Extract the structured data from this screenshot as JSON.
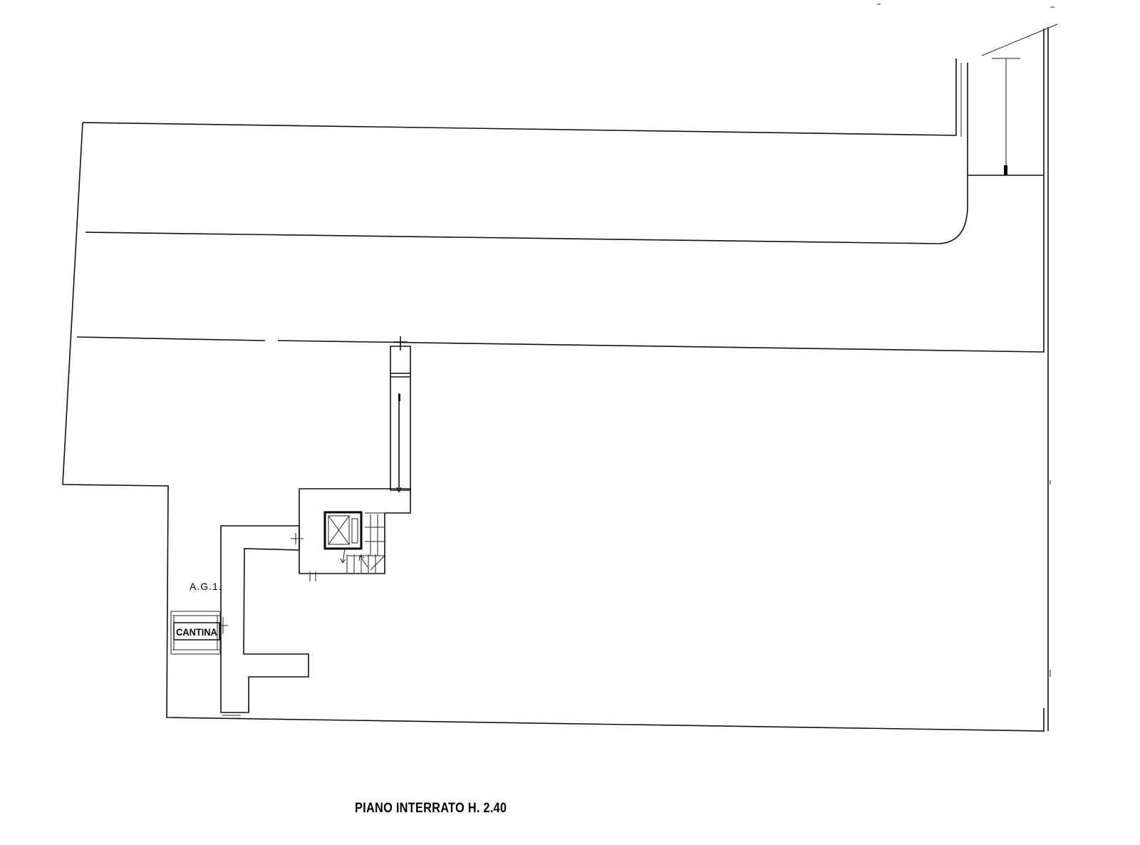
{
  "plan": {
    "title": "PIANO INTERRATO H. 2.40",
    "unit_id": "A.G.1.",
    "room_label": "CANTINA"
  }
}
